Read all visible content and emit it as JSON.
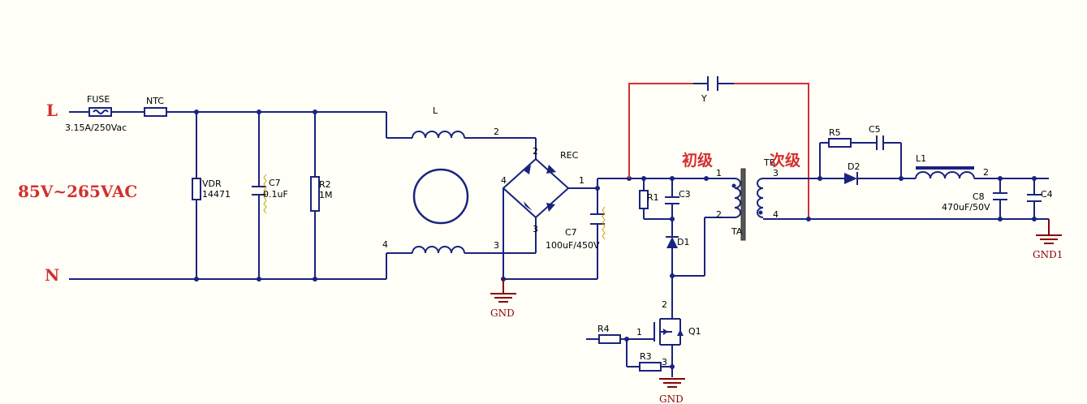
{
  "labels": {
    "line": "L",
    "neutral": "N",
    "voltage_range": "85V~265VAC",
    "fuse": "FUSE",
    "fuse_rating": "3.15A/250Vac",
    "ntc": "NTC",
    "vdr": "VDR",
    "vdr_value": "14471",
    "c7_x": "C7",
    "c7_x_value": "0.1uF",
    "r2": "R2",
    "r2_value": "1M",
    "choke": "L",
    "rec": "REC",
    "c7_bulk": "C7",
    "c7_bulk_value": "100uF/450V",
    "gnd_primary": "GND",
    "gnd_switch": "GND",
    "y_cap": "Y",
    "primary_cn": "初级",
    "secondary_cn": "次级",
    "r1": "R1",
    "c3": "C3",
    "d1": "D1",
    "q1": "Q1",
    "r4": "R4",
    "r3": "R3",
    "transformer_a": "TA",
    "transformer_b": "TB",
    "r5": "R5",
    "c5": "C5",
    "d2": "D2",
    "l1": "L1",
    "c8": "C8",
    "c8_value": "470uF/50V",
    "c4": "C4",
    "gnd_secondary": "GND1"
  },
  "pins": {
    "choke_2": "2",
    "choke_4": "4",
    "rec_1": "1",
    "rec_2": "2",
    "rec_3": "3",
    "rec_4": "4",
    "rec_in_2": "2",
    "rec_in_3": "3",
    "ta_1": "1",
    "ta_2": "2",
    "tb_3": "3",
    "tb_4": "4",
    "q1_1": "1",
    "q1_2": "2",
    "q1_3": "3",
    "l1_2": "2"
  },
  "colors": {
    "wire": "#1a237e",
    "isolation_wire": "#d32f2f",
    "ground": "#8b0000",
    "annotation": "#d32f2f"
  }
}
